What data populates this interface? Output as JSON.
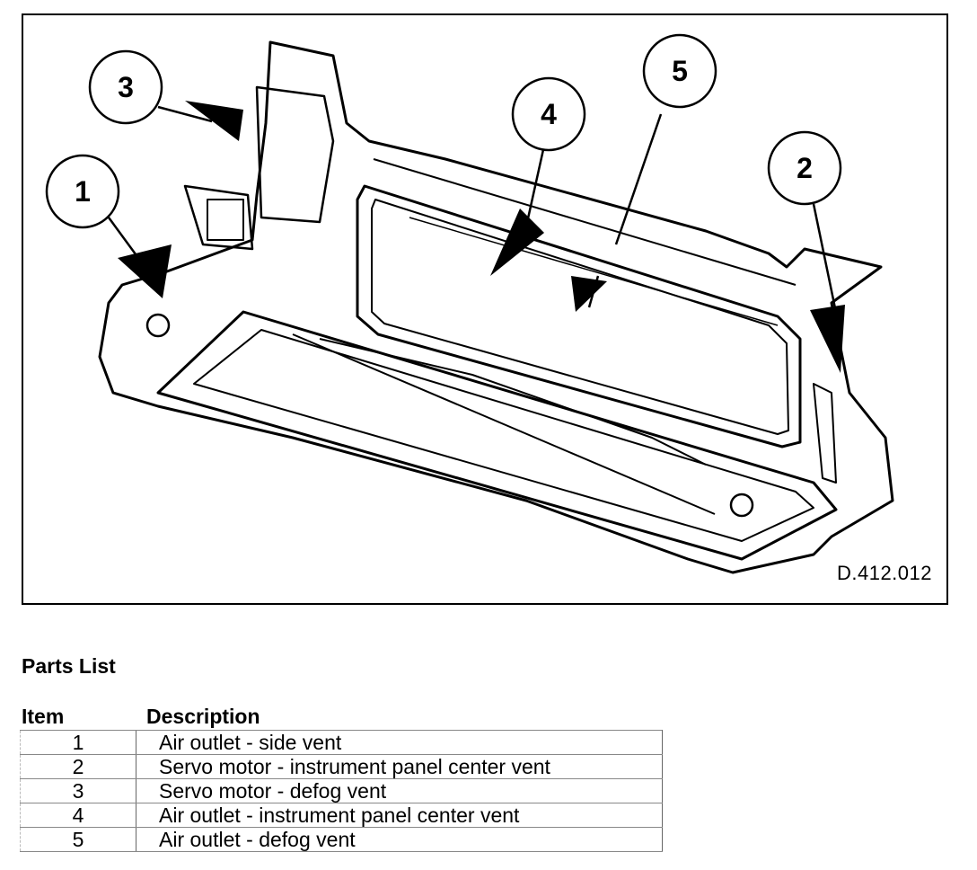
{
  "figure": {
    "id": "D.412.012",
    "callouts": [
      "1",
      "2",
      "3",
      "4",
      "5"
    ]
  },
  "parts_list": {
    "title": "Parts List",
    "headers": {
      "item": "Item",
      "description": "Description"
    },
    "rows": [
      {
        "item": "1",
        "description": "Air outlet - side vent"
      },
      {
        "item": "2",
        "description": "Servo motor - instrument panel center vent"
      },
      {
        "item": "3",
        "description": "Servo motor - defog vent"
      },
      {
        "item": "4",
        "description": "Air outlet - instrument panel center vent"
      },
      {
        "item": "5",
        "description": "Air outlet - defog vent"
      }
    ]
  }
}
